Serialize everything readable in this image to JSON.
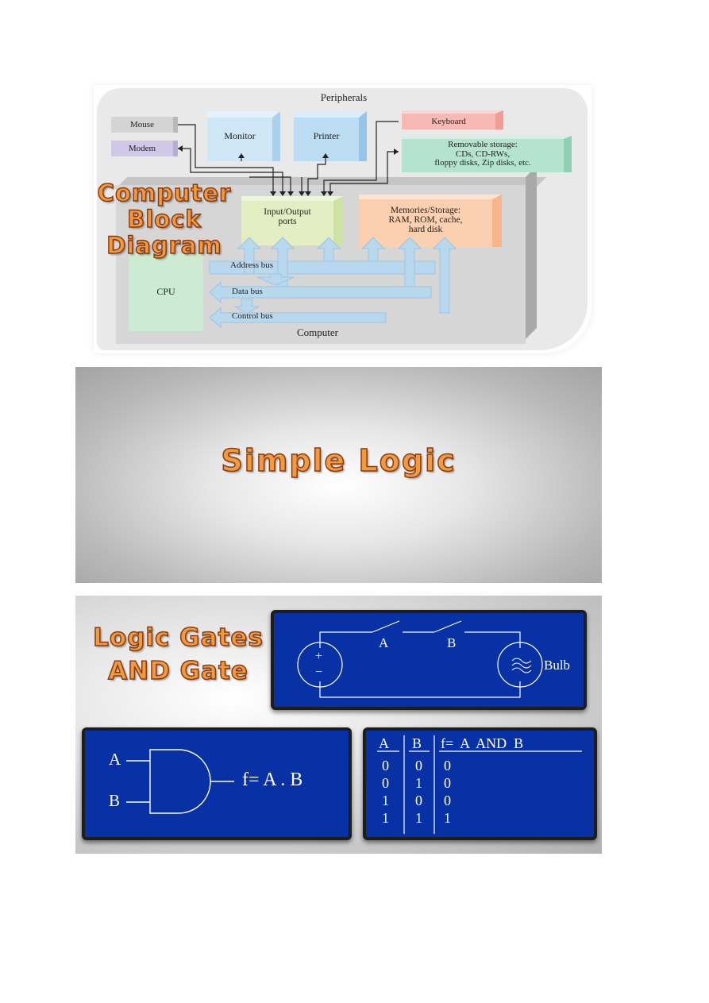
{
  "slide1": {
    "peripherals_label": "Peripherals",
    "computer_label": "Computer",
    "mouse": "Mouse",
    "modem": "Modem",
    "monitor": "Monitor",
    "printer": "Printer",
    "keyboard": "Keyboard",
    "removable_line1": "Removable storage:",
    "removable_line2": "CDs, CD-RWs,",
    "removable_line3": "floppy disks, Zip disks, etc.",
    "io_line1": "Input/Output",
    "io_line2": "ports",
    "mem_line1": "Memories/Storage:",
    "mem_line2": "RAM, ROM, cache,",
    "mem_line3": "hard disk",
    "cpu": "CPU",
    "address_bus": "Address bus",
    "data_bus": "Data bus",
    "control_bus": "Control bus",
    "title_line1": "Computer",
    "title_line2": "Block",
    "title_line3": "Diagram"
  },
  "slide2": {
    "title": "Simple Logic"
  },
  "slide3": {
    "title_line1": "Logic Gates",
    "title_line2": "AND Gate",
    "switch_a": "A",
    "switch_b": "B",
    "bulb": "Bulb",
    "battery_plus": "+",
    "battery_minus": "−",
    "gate_in_a": "A",
    "gate_in_b": "B",
    "gate_out": "f= A . B",
    "truth_headers": [
      "A",
      "B",
      "f=  A  AND  B"
    ],
    "truth_rows": [
      [
        "0",
        "0",
        "0"
      ],
      [
        "0",
        "1",
        "0"
      ],
      [
        "1",
        "0",
        "0"
      ],
      [
        "1",
        "1",
        "1"
      ]
    ]
  }
}
